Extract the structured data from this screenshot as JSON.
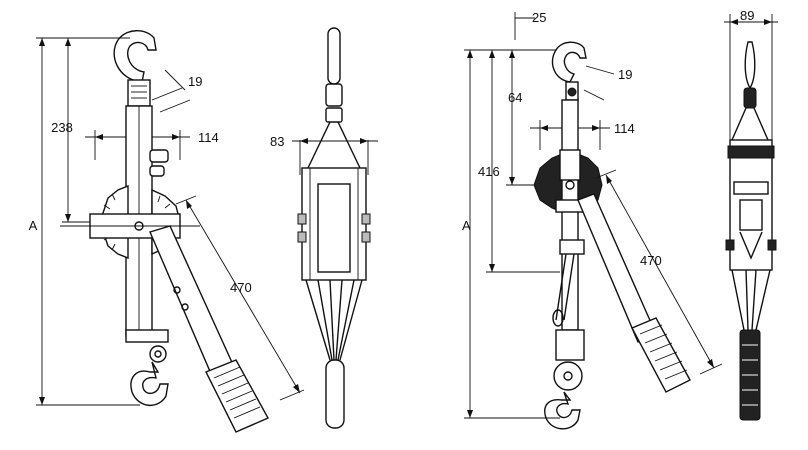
{
  "left_side_view": {
    "dim_overall": "A",
    "dim_hook_to_axis": "238",
    "dim_hook_throat": "19",
    "dim_frame_width": "114",
    "dim_handle_length": "470"
  },
  "left_front_view": {
    "dim_width": "83"
  },
  "right_side_view": {
    "dim_top_offset": "25",
    "dim_hook_throat": "19",
    "dim_upper": "64",
    "dim_frame_width": "114",
    "dim_hook_to_axis": "416",
    "dim_overall": "A",
    "dim_handle_length": "470"
  },
  "right_front_view": {
    "dim_width": "89"
  },
  "colors": {
    "line": "#111111",
    "background": "#ffffff"
  }
}
